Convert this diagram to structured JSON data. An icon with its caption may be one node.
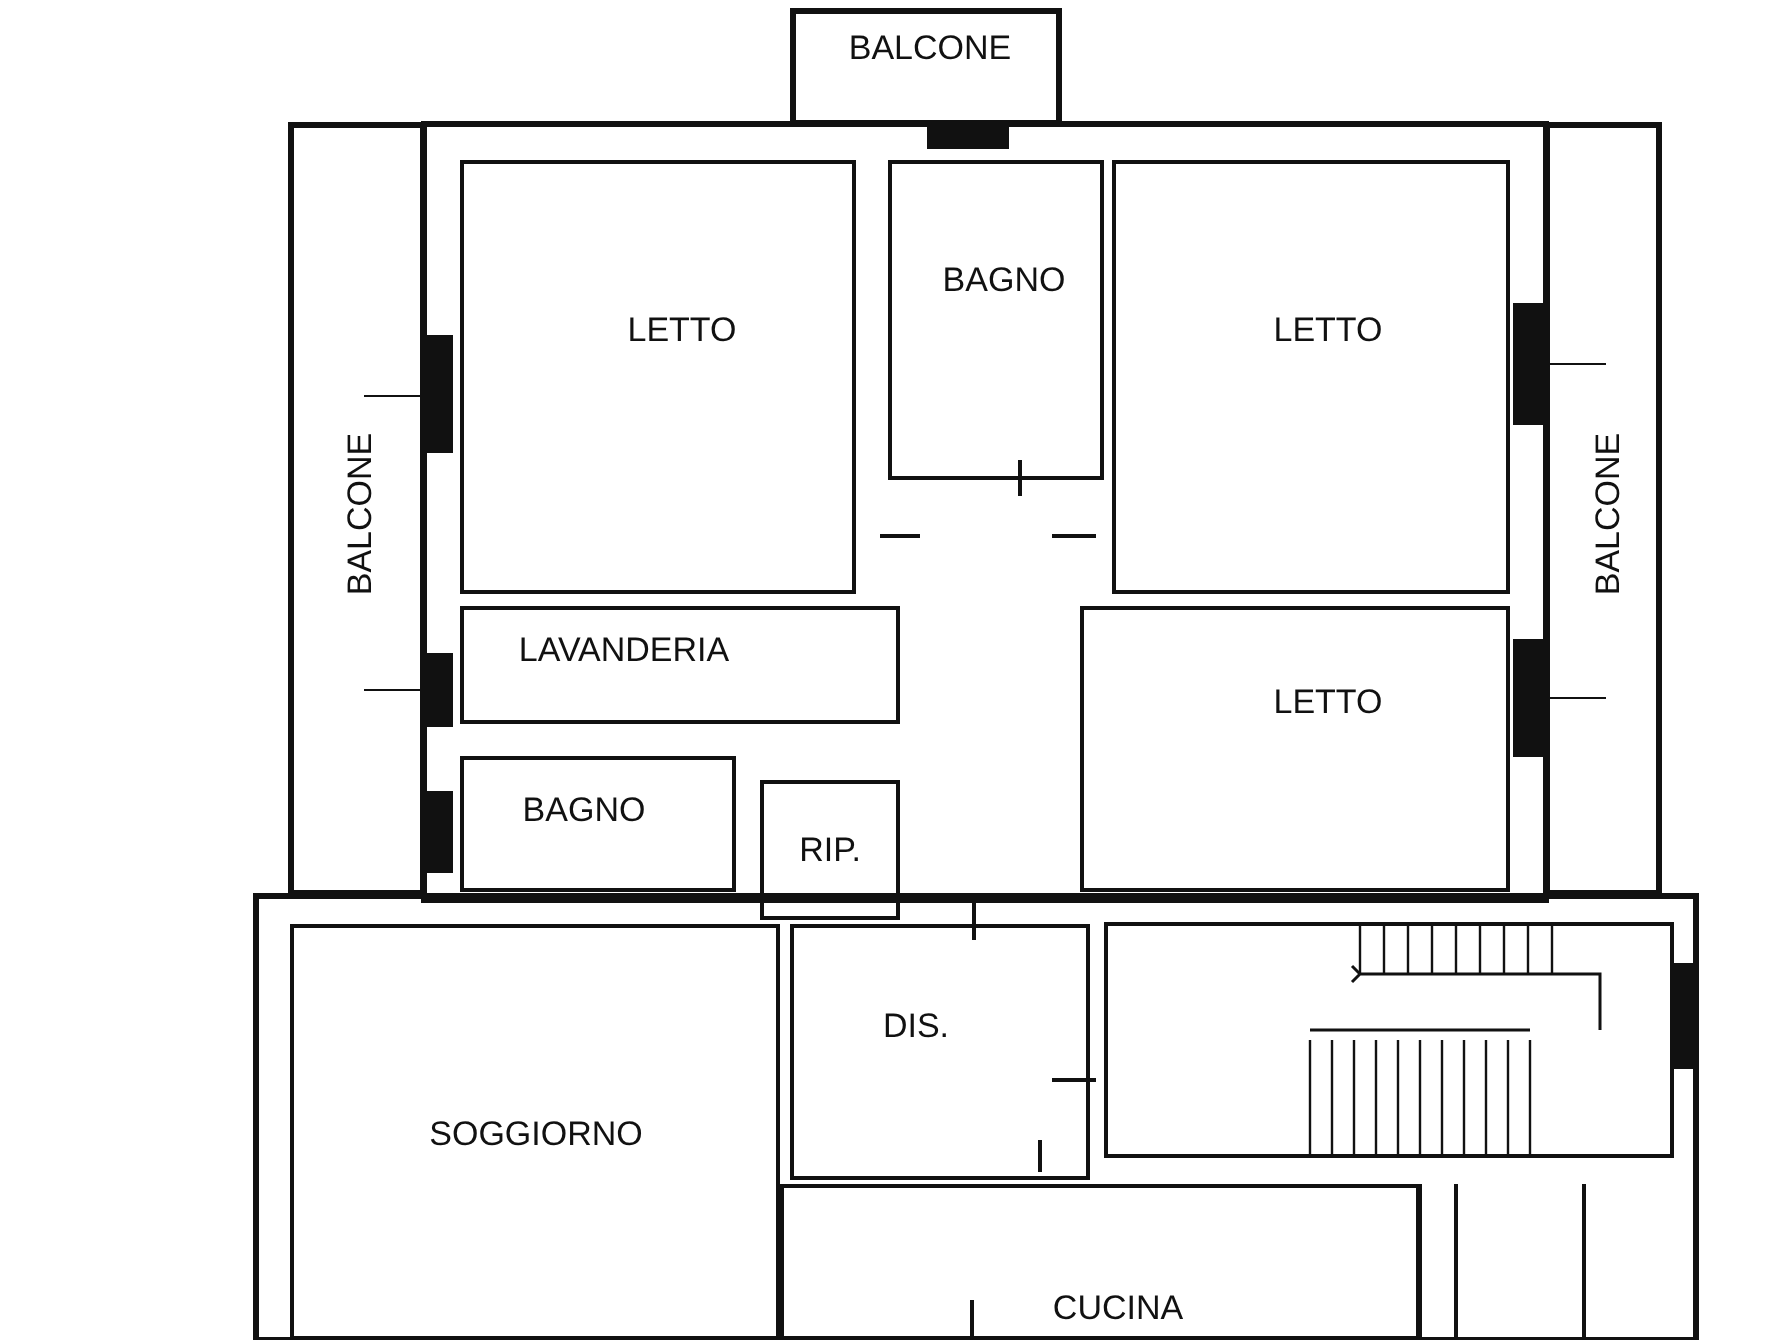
{
  "diagram": {
    "nodes": [
      {
        "text": [
          "BALCONE"
        ]
      },
      {
        "text": [
          "BALCONE"
        ]
      },
      {
        "text": [
          "LETTO"
        ]
      },
      {
        "text": [
          "BAGNO"
        ]
      },
      {
        "text": [
          "LETTO"
        ]
      },
      {
        "text": [
          "BALCONE"
        ]
      },
      {
        "text": [
          "LAVANDERIA"
        ]
      },
      {
        "text": [
          "LETTO"
        ]
      },
      {
        "text": [
          "BAGNO"
        ]
      },
      {
        "text": [
          "RIP."
        ]
      },
      {
        "text": [
          "DIS."
        ]
      },
      {
        "text": [
          "SOGGIORNO"
        ]
      },
      {
        "text": [
          "CUCINA"
        ]
      }
    ]
  }
}
